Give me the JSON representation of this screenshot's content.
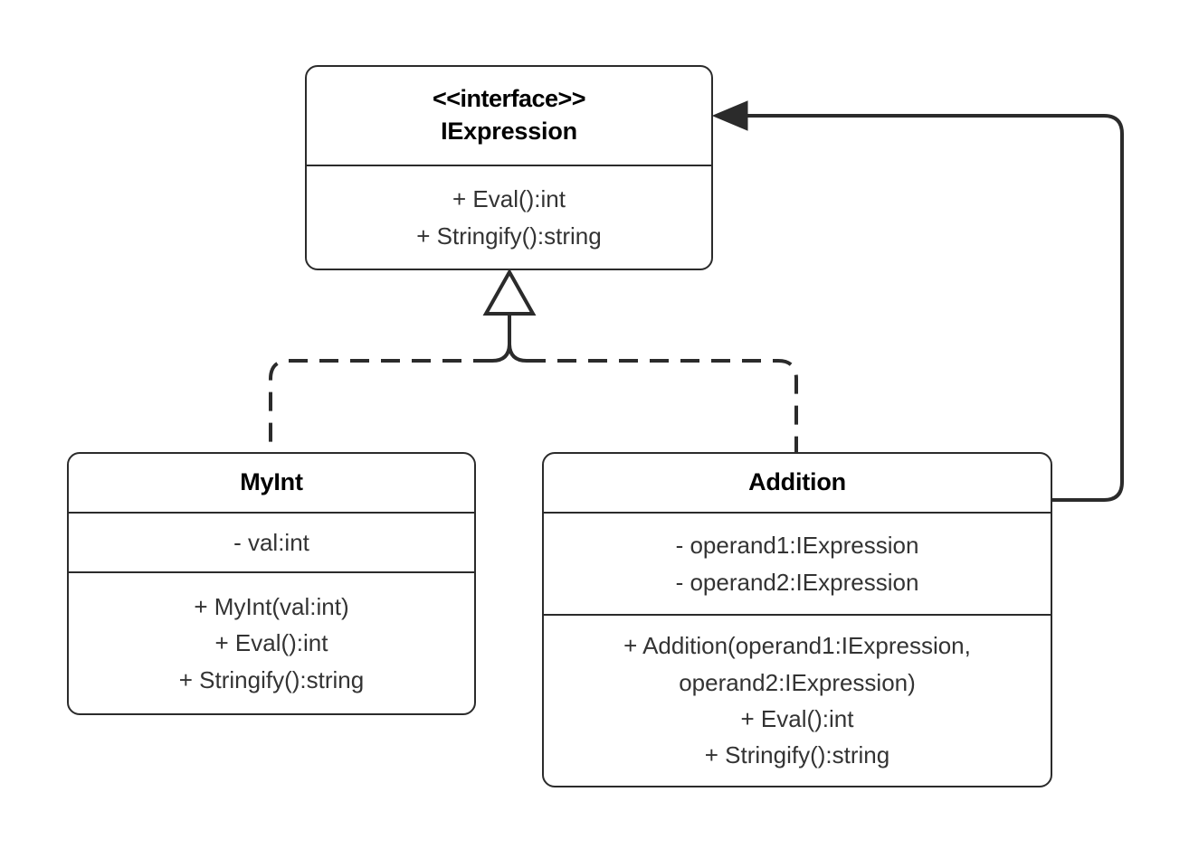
{
  "diagram": {
    "kind": "uml-class-diagram",
    "background_color": "#ffffff",
    "line_color": "#2b2b2b",
    "title_text_color": "#000000",
    "member_text_color": "#333333"
  },
  "classes": {
    "iexpression": {
      "stereotype": "<<interface>>",
      "name": "IExpression",
      "fields": [],
      "methods": [
        "+ Eval():int",
        "+ Stringify():string"
      ]
    },
    "myint": {
      "stereotype": "",
      "name": "MyInt",
      "fields": [
        "- val:int"
      ],
      "methods": [
        "+ MyInt(val:int)",
        "+ Eval():int",
        "+ Stringify():string"
      ]
    },
    "addition": {
      "stereotype": "",
      "name": "Addition",
      "fields": [
        "- operand1:IExpression",
        "- operand2:IExpression"
      ],
      "methods": [
        "+ Addition(operand1:IExpression,",
        "operand2:IExpression)",
        "+ Eval():int",
        "+ Stringify():string"
      ]
    }
  },
  "relationships": [
    {
      "id": "realization-myint",
      "type": "realization",
      "source": "MyInt",
      "target": "IExpression",
      "line_style": "dashed",
      "arrow_head": "hollow-triangle"
    },
    {
      "id": "realization-addition",
      "type": "realization",
      "source": "Addition",
      "target": "IExpression",
      "line_style": "dashed",
      "arrow_head": "hollow-triangle"
    },
    {
      "id": "association-addition-iexpression",
      "type": "association",
      "source": "Addition",
      "target": "IExpression",
      "line_style": "solid",
      "arrow_head": "filled-arrow"
    }
  ]
}
